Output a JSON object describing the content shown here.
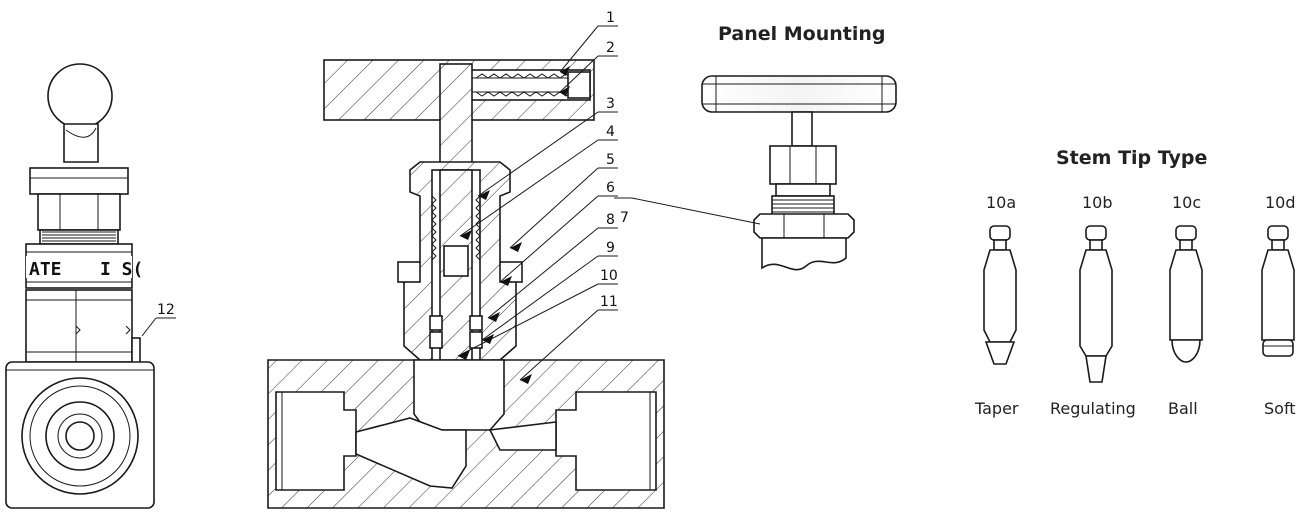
{
  "stamp_text": {
    "left": "ATE",
    "right": "I S("
  },
  "side_view_callout": "12",
  "section_callouts": [
    "1",
    "2",
    "3",
    "4",
    "5",
    "6",
    "7",
    "8",
    "9",
    "10",
    "11"
  ],
  "panel_mounting": {
    "title": "Panel Mounting"
  },
  "stem_tip_type": {
    "title": "Stem Tip Type",
    "tips": [
      {
        "code": "10a",
        "name": "Taper"
      },
      {
        "code": "10b",
        "name": "Regulating"
      },
      {
        "code": "10c",
        "name": "Ball"
      },
      {
        "code": "10d",
        "name": "Soft"
      }
    ]
  }
}
